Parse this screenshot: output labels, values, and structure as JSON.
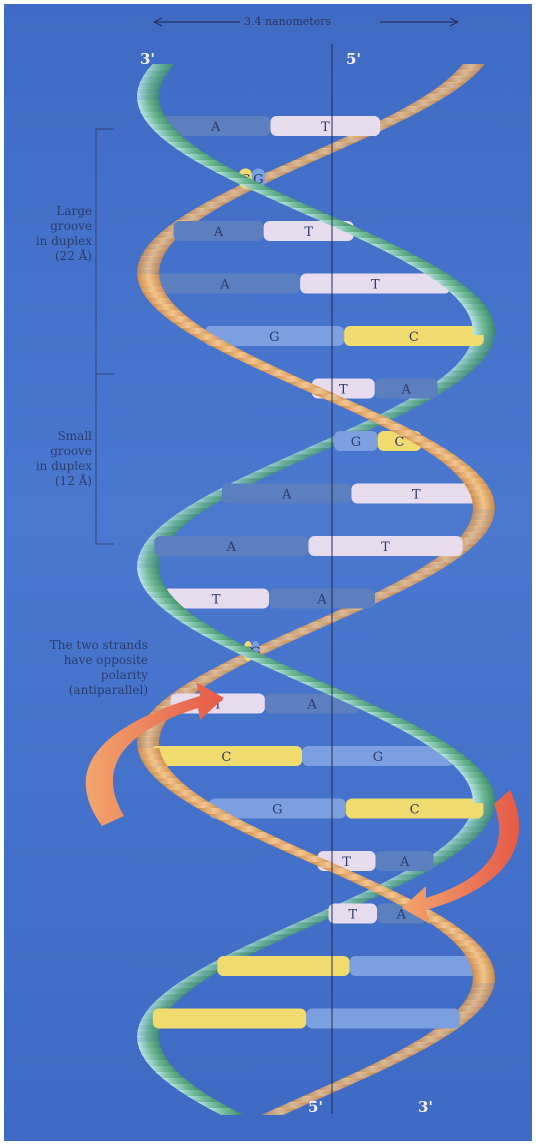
{
  "scale_label": "3.4 nanometers",
  "ends": {
    "top_left": "3'",
    "top_right": "5'",
    "bottom_left": "5'",
    "bottom_right": "3'"
  },
  "labels": {
    "major_groove": "Large\ngroove\nin duplex\n(22 Å)",
    "minor_groove": "Small\ngroove\nin duplex\n(12 Å)",
    "antiparallel": "The two strands\nhave opposite\npolarity\n(antiparallel)"
  },
  "base_pairs": [
    {
      "left": "A",
      "right": "T"
    },
    {
      "left": "C",
      "right": "G"
    },
    {
      "left": "A",
      "right": "T"
    },
    {
      "left": "A",
      "right": "T"
    },
    {
      "left": "G",
      "right": "C"
    },
    {
      "left": "T",
      "right": "A"
    },
    {
      "left": "G",
      "right": "C"
    },
    {
      "left": "A",
      "right": "T"
    },
    {
      "left": "A",
      "right": "T"
    },
    {
      "left": "T",
      "right": "A"
    },
    {
      "left": "C",
      "right": "G"
    },
    {
      "left": "T",
      "right": "A"
    },
    {
      "left": "C",
      "right": "G"
    },
    {
      "left": "G",
      "right": "C"
    },
    {
      "left": "T",
      "right": "A"
    },
    {
      "left": "T",
      "right": "A"
    },
    {
      "left": "",
      "right": ""
    },
    {
      "left": "",
      "right": ""
    }
  ],
  "colors": {
    "background": "#4573c9",
    "strand_orange": "#e3a766",
    "strand_green": "#4fa07a",
    "arrow": "#e8694f",
    "A": "#5b7fbf",
    "T": "#e6dcee",
    "C": "#f0dc6e",
    "G": "#7c9fe0"
  }
}
